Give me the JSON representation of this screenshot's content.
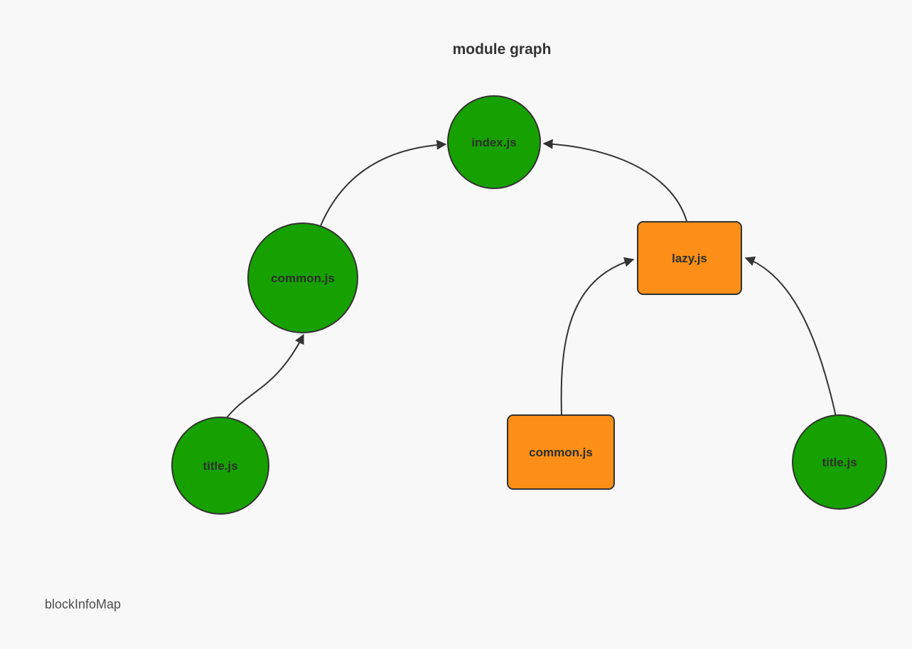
{
  "title": "module graph",
  "footer": "blockInfoMap",
  "colors": {
    "green": "#16a100",
    "orange": "#fb8f17",
    "stroke": "#333333",
    "edge": "#333333",
    "background": "#f8f8f8",
    "text": "#333333"
  },
  "nodes": {
    "index_js": {
      "label": "index.js",
      "shape": "circle",
      "color": "green"
    },
    "common_js_green": {
      "label": "common.js",
      "shape": "circle",
      "color": "green"
    },
    "title_js_left": {
      "label": "title.js",
      "shape": "circle",
      "color": "green"
    },
    "lazy_js": {
      "label": "lazy.js",
      "shape": "rect",
      "color": "orange"
    },
    "common_js_orange": {
      "label": "common.js",
      "shape": "rect",
      "color": "orange"
    },
    "title_js_right": {
      "label": "title.js",
      "shape": "circle",
      "color": "green"
    }
  },
  "edges": [
    {
      "from": "common_js_green",
      "to": "index_js"
    },
    {
      "from": "lazy_js",
      "to": "index_js"
    },
    {
      "from": "title_js_left",
      "to": "common_js_green"
    },
    {
      "from": "common_js_orange",
      "to": "lazy_js"
    },
    {
      "from": "title_js_right",
      "to": "lazy_js"
    }
  ]
}
